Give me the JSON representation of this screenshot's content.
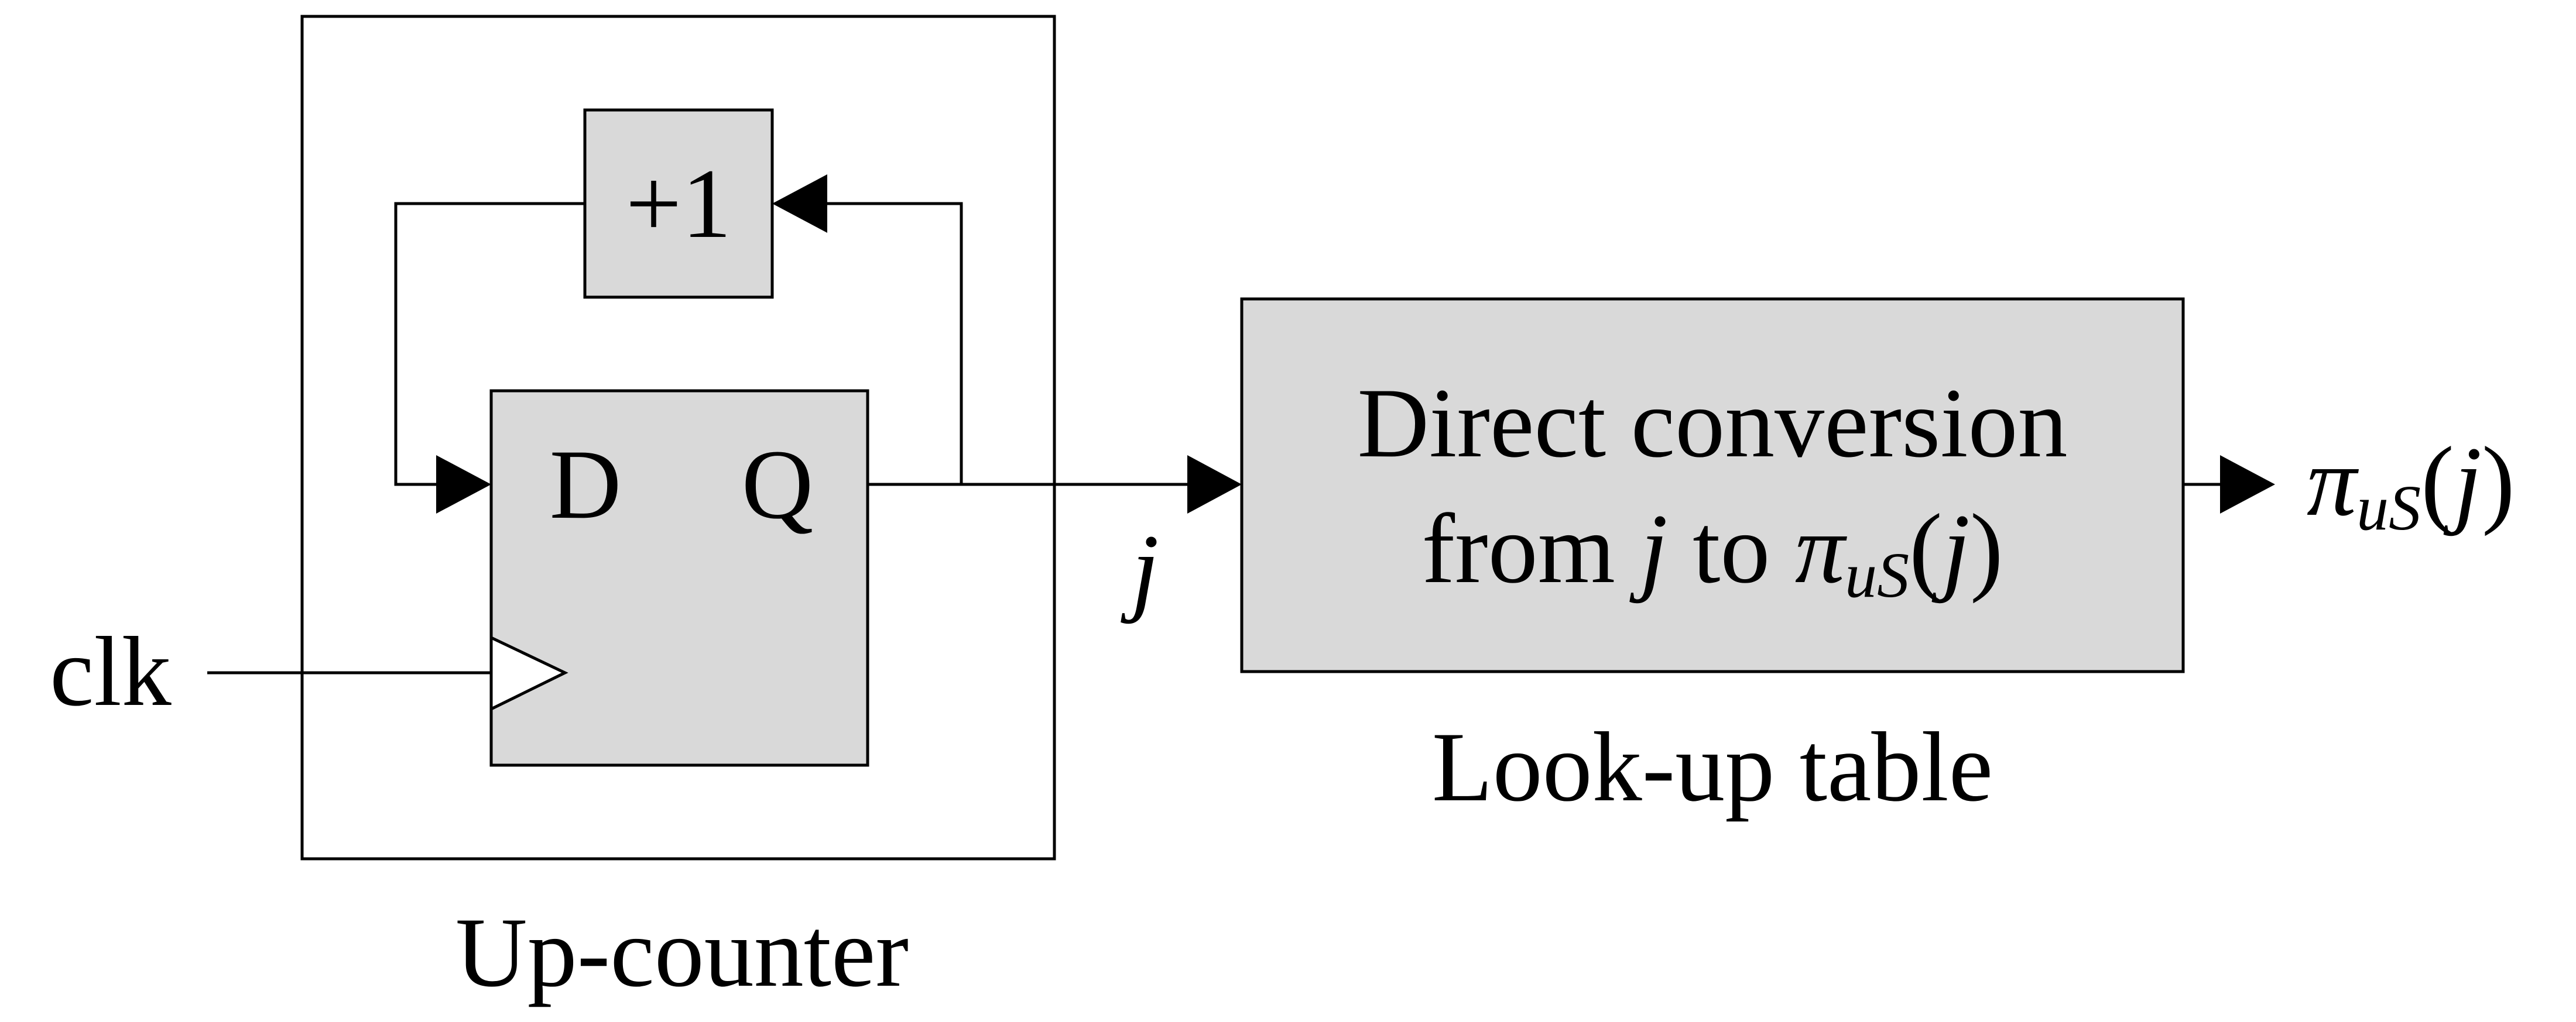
{
  "diagram": {
    "up_counter": {
      "label": "Up-counter",
      "incrementer_label": "+1",
      "flipflop": {
        "d_label": "D",
        "q_label": "Q"
      },
      "clock_input_label": "clk"
    },
    "signal_j": {
      "label": "j"
    },
    "lookup_table": {
      "line1": "Direct conversion",
      "line2_prefix": "from ",
      "line2_var": "j",
      "line2_mid": " to ",
      "pi": "π",
      "sub": "uS",
      "arg_open": "(",
      "arg": "j",
      "arg_close": ")",
      "label": "Look-up table"
    },
    "output": {
      "pi": "π",
      "sub": "uS",
      "arg_open": "(",
      "arg": "j",
      "arg_close": ")"
    }
  }
}
